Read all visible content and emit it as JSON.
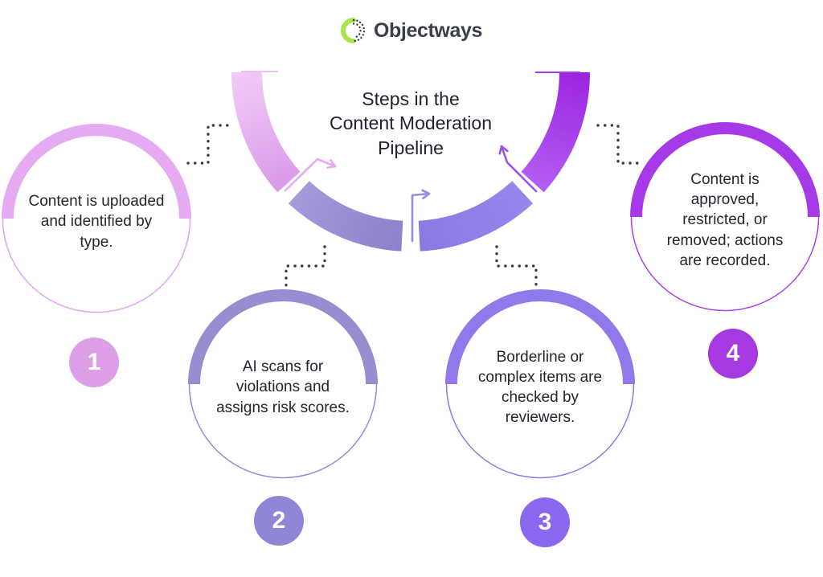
{
  "logo": {
    "text": "Objectways",
    "icon_green": "#abe24e",
    "icon_dot_color": "#2e3440"
  },
  "title": "Steps in the\nContent Moderation\nPipeline",
  "pipeline": {
    "connector_color": "#3a3a3a",
    "tail_colors": [
      "#eebcf4",
      "#a53ce8"
    ],
    "segments": [
      {
        "name": "segment-1",
        "color_from": "#f2c9f7",
        "color_to": "#d795e9"
      },
      {
        "name": "segment-2",
        "color_from": "#a29ad9",
        "color_to": "#8d82cb"
      },
      {
        "name": "segment-3",
        "color_from": "#8a79e1",
        "color_to": "#9886ec"
      },
      {
        "name": "segment-4",
        "color_from": "#b35cf1",
        "color_to": "#9c25e0"
      }
    ],
    "arrows": [
      {
        "name": "arrow-left",
        "color": "#e9a9f2"
      },
      {
        "name": "arrow-center",
        "color": "#988ade"
      },
      {
        "name": "arrow-right",
        "color": "#9a53e8"
      }
    ]
  },
  "steps": [
    {
      "number": "1",
      "text": "Content is uploaded and identified by type.",
      "arc_color": "#e5aaf1",
      "ring_color": "#e0a5ee",
      "badge_color": "#dc9fe8"
    },
    {
      "number": "2",
      "text": "AI scans for violations and assigns risk scores.",
      "arc_color": "#988dd1",
      "ring_color": "#8f8cd4",
      "badge_color": "#9086d6"
    },
    {
      "number": "3",
      "text": "Borderline or complex items are checked by reviewers.",
      "arc_color": "#9179ea",
      "ring_color": "#8f79ec",
      "badge_color": "#8a67ef"
    },
    {
      "number": "4",
      "text": "Content is approved, restricted, or removed; actions are recorded.",
      "arc_color": "#a73ae8",
      "ring_color": "#aa41ea",
      "badge_color": "#a73ae3"
    }
  ]
}
